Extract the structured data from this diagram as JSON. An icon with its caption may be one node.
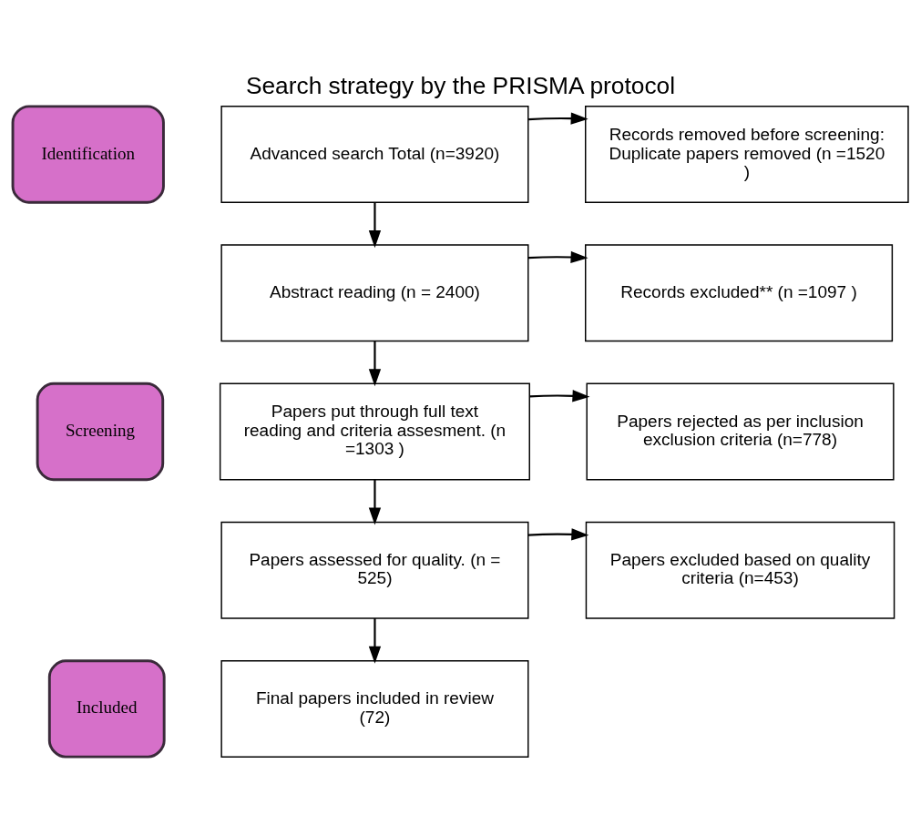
{
  "diagram": {
    "title": "Search strategy by the PRISMA protocol",
    "nodes": [
      {
        "text": [
          "Identification"
        ]
      },
      {
        "text": [
          "Advanced search Total (n=3920)"
        ]
      },
      {
        "text": [
          "Records removed before screening:",
          "Duplicate papers removed (n =1520 )"
        ]
      },
      {
        "text": [
          "Screening"
        ]
      },
      {
        "text": [
          "Abstract reading (n = 2400)"
        ]
      },
      {
        "text": [
          "Records excluded** (n =1097 )"
        ]
      },
      {
        "text": [
          "Papers put through full text reading and criteria assesment. (n =1303 )"
        ]
      },
      {
        "text": [
          "Papers rejected as per inclusion exclusion criteria (n=778)"
        ]
      },
      {
        "text": [
          "Papers assessed for quality. (n = 525)"
        ]
      },
      {
        "text": [
          "Papers excluded based on quality criteria (n=453)"
        ]
      },
      {
        "text": [
          "Included"
        ]
      },
      {
        "text": [
          "Final papers included in review (72)"
        ]
      }
    ],
    "edges": [
      {
        "from": 1,
        "to": 2,
        "arrow": "to"
      },
      {
        "from": 1,
        "to": 4,
        "arrow": "to"
      },
      {
        "from": 4,
        "to": 5,
        "arrow": "to"
      },
      {
        "from": 4,
        "to": 6,
        "arrow": "to"
      },
      {
        "from": 6,
        "to": 7,
        "arrow": "to"
      },
      {
        "from": 6,
        "to": 8,
        "arrow": "to"
      },
      {
        "from": 8,
        "to": 9,
        "arrow": "to"
      },
      {
        "from": 8,
        "to": 11,
        "arrow": "to"
      }
    ]
  }
}
